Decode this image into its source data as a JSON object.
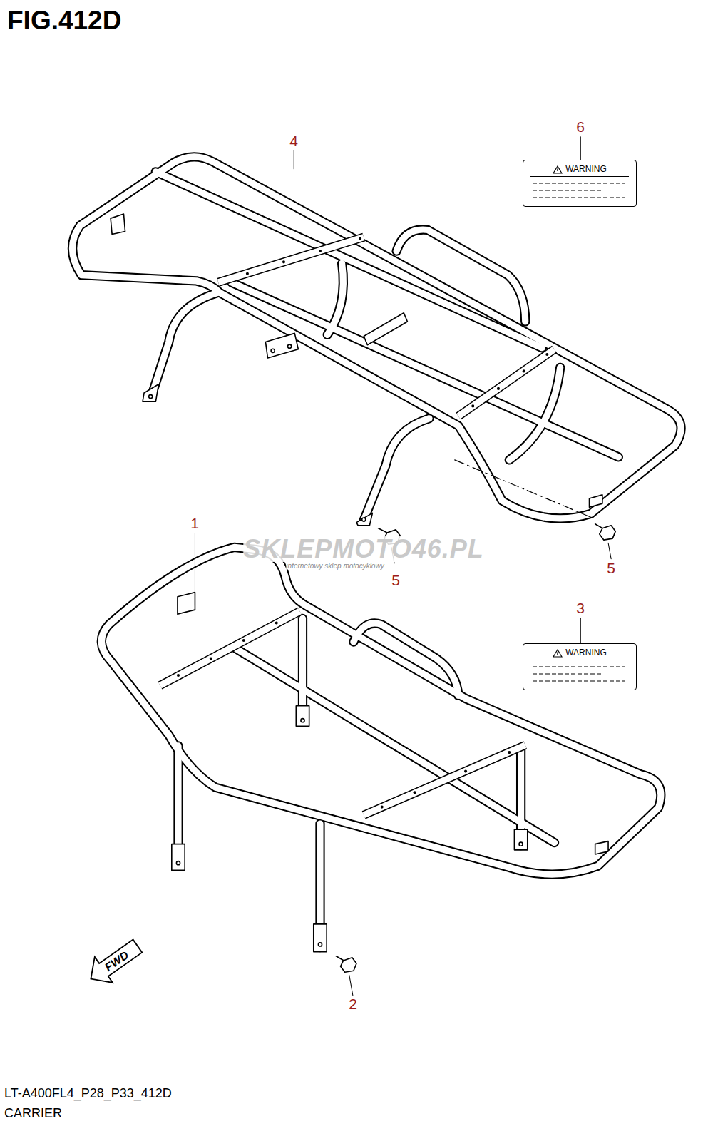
{
  "diagram": {
    "title": "FIG.412D",
    "caption": "CARRIER",
    "nodes": [
      {
        "text": [
          "WARNING"
        ]
      },
      {
        "text": [
          "WARNING"
        ]
      },
      {
        "text": [
          "FWD"
        ]
      }
    ],
    "edges": [],
    "labels": [
      "4",
      "6",
      "1",
      "5",
      "5",
      "3",
      "2",
      "SKLEPMOTO46.PL",
      "internetowy sklep motocyklowy",
      "LT-A400FL4_P28_P33_412D"
    ]
  }
}
